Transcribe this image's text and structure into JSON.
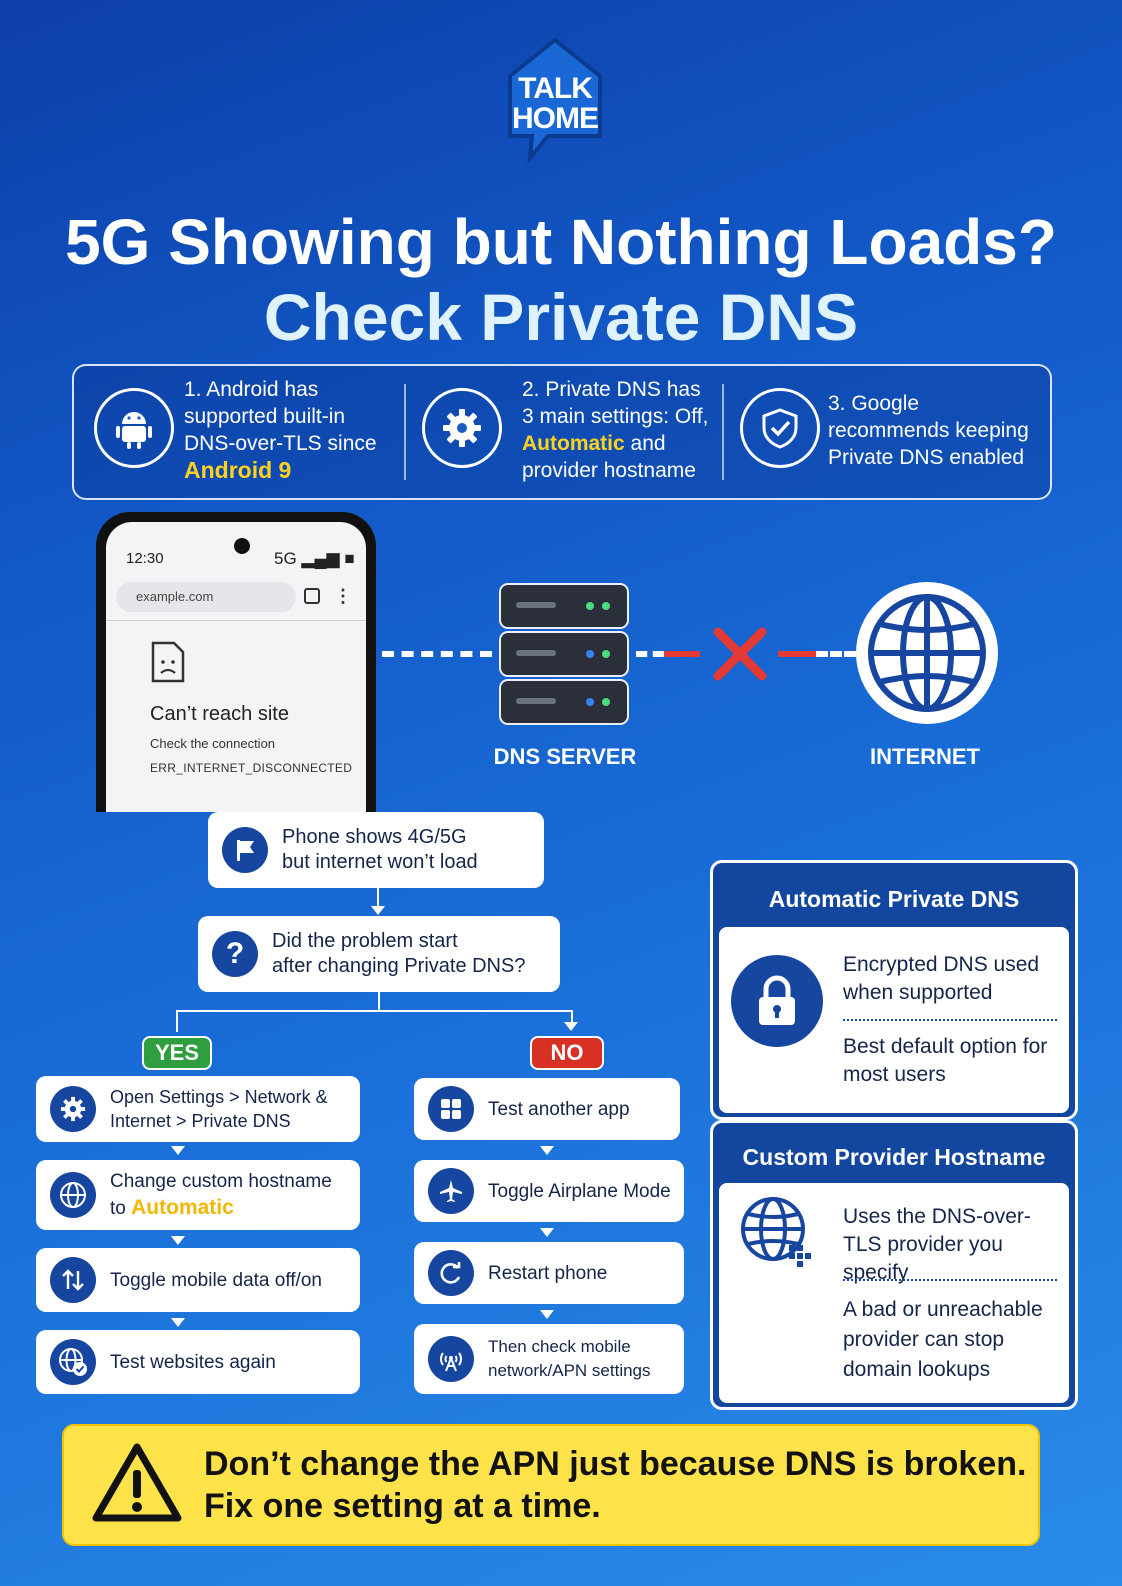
{
  "brand": {
    "line1": "TALK",
    "line2": "HOME"
  },
  "headline": {
    "line1": "5G Showing but Nothing Loads?",
    "line2": "Check Private DNS"
  },
  "facts": [
    {
      "pre": "1. Android has supported built-in DNS-over-TLS since ",
      "highlight": "Android 9",
      "post": "",
      "icon": "android-icon"
    },
    {
      "pre": "2. Private DNS has 3 main settings: Off, ",
      "highlight": "Automatic",
      "post": " and provider hostname",
      "icon": "gear-icon"
    },
    {
      "pre": "3. Google recommends keeping Private DNS enabled",
      "highlight": "",
      "post": "",
      "icon": "shield-check-icon"
    }
  ],
  "phone": {
    "time": "12:30",
    "signal": "5G",
    "url": "example.com",
    "error_title": "Can’t reach site",
    "error_hint": "Check the connection",
    "error_code": "ERR_INTERNET_DISCONNECTED"
  },
  "diagram": {
    "server_label": "DNS SERVER",
    "internet_label": "INTERNET"
  },
  "flow": {
    "start": {
      "line1": "Phone shows 4G/5G",
      "line2": "but internet won’t load"
    },
    "question": {
      "line1": "Did the problem start",
      "line2": "after changing Private DNS?"
    },
    "yes_label": "YES",
    "no_label": "NO",
    "yes_steps": [
      {
        "line1": "Open Settings > Network &",
        "line2": "Internet > Private DNS",
        "highlight": "",
        "icon": "gear-icon"
      },
      {
        "line1": "Change custom hostname",
        "line2": "to ",
        "highlight": "Automatic",
        "icon": "globe-icon"
      },
      {
        "line1": "Toggle mobile data off/on",
        "line2": "",
        "highlight": "",
        "icon": "up-down-arrows-icon"
      },
      {
        "line1": "Test websites again",
        "line2": "",
        "highlight": "",
        "icon": "globe-check-icon"
      }
    ],
    "no_steps": [
      {
        "line1": "Test another app",
        "line2": "",
        "icon": "apps-grid-icon"
      },
      {
        "line1": "Toggle Airplane Mode",
        "line2": "",
        "icon": "airplane-icon"
      },
      {
        "line1": "Restart phone",
        "line2": "",
        "icon": "restart-icon"
      },
      {
        "line1": "Then check mobile",
        "line2": "network/APN settings",
        "icon": "antenna-icon"
      }
    ]
  },
  "panels": [
    {
      "title": "Automatic Private DNS",
      "item1": "Encrypted DNS used when supported",
      "item2": "Best default option for most users",
      "icon": "lock-icon"
    },
    {
      "title": "Custom Provider Hostname",
      "item1": "Uses the DNS-over-TLS provider you specify",
      "item2": "A bad or unreachable provider can stop domain lookups",
      "icon": "globe-icon"
    }
  ],
  "warning": {
    "line1": "Don’t change the APN just because DNS is broken.",
    "line2": "Fix one setting at a time."
  },
  "colors": {
    "accent": "#ffd21f",
    "navy": "#1646a0",
    "yes": "#2e9e3f",
    "no": "#d93025",
    "warn_bg": "#fde24a"
  }
}
